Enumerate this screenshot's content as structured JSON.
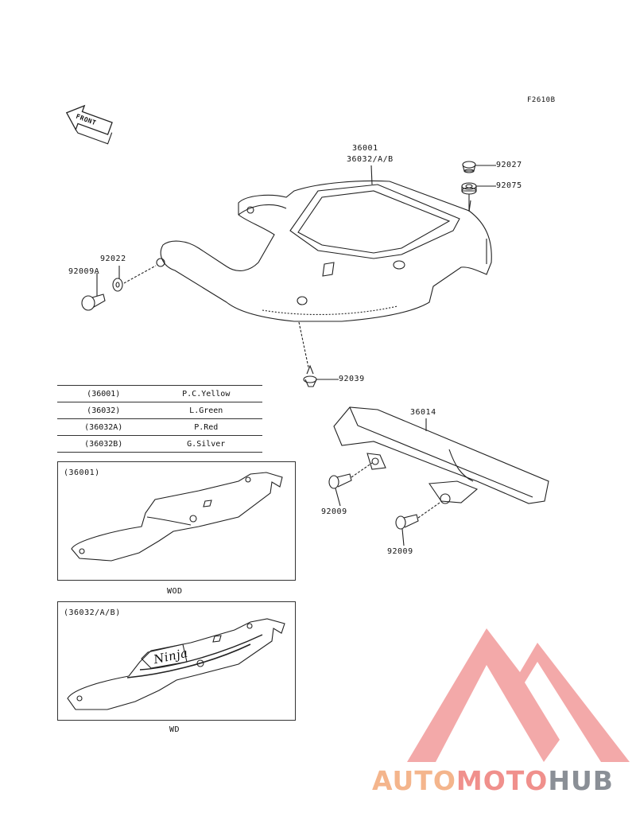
{
  "header": {
    "figure_code": "F2610B",
    "front_arrow_label": "FRONT"
  },
  "part_labels": {
    "p36001": "36001",
    "p36032": "36032/A/B",
    "p92027": "92027",
    "p92075": "92075",
    "p92022": "92022",
    "p92009A": "92009A",
    "p92039": "92039",
    "p36014": "36014",
    "p92009_a": "92009",
    "p92009_b": "92009"
  },
  "color_table": [
    {
      "code": "(36001)",
      "color": "P.C.Yellow"
    },
    {
      "code": "(36032)",
      "color": "L.Green"
    },
    {
      "code": "(36032A)",
      "color": "P.Red"
    },
    {
      "code": "(36032B)",
      "color": "G.Silver"
    }
  ],
  "variant_boxes": {
    "wod": {
      "code": "(36001)",
      "caption": "WOD"
    },
    "wd": {
      "code": "(36032/A/B)",
      "caption": "WD",
      "decal_text": "Ninja"
    }
  },
  "watermark": {
    "part1": "AUTO",
    "part2": "MOTO",
    "part3": "HUB"
  },
  "colors": {
    "line": "#222222",
    "logo_orange": "#f4b58c",
    "logo_red": "#f0908c",
    "logo_gray": "#8a8f96"
  }
}
